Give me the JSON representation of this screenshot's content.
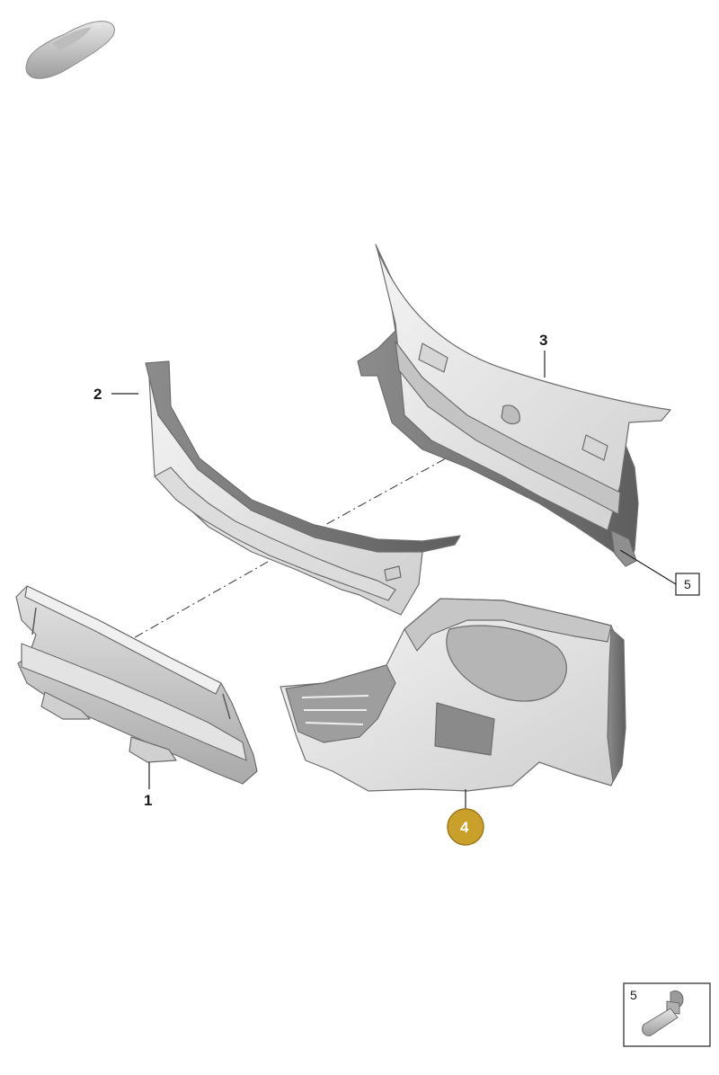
{
  "callouts": {
    "c1": "1",
    "c2": "2",
    "c3": "3",
    "c4": "4",
    "c5": "5"
  },
  "inset": {
    "number": "5"
  },
  "colors": {
    "highlight": "#c9a02a",
    "part_light": "#ececec",
    "part_mid": "#c9c9c9",
    "part_dark": "#7a7a7a",
    "line": "#222222"
  },
  "icons": {
    "vehicle": "car-silhouette-icon",
    "detail": "pin-fastener-icon"
  }
}
